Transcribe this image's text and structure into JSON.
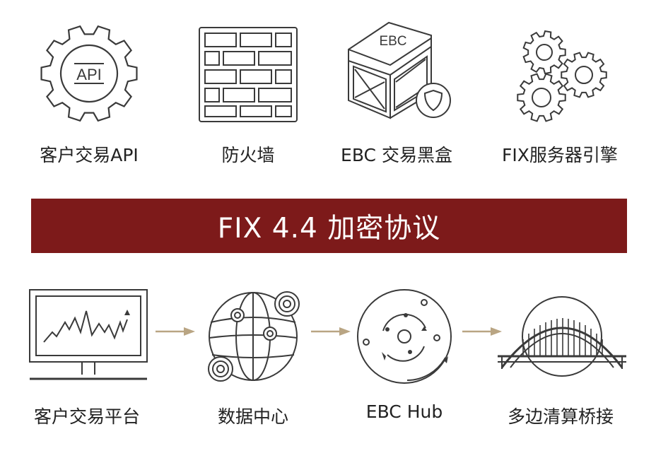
{
  "top_row": [
    {
      "label": "客户交易API",
      "icon": "gear-api-icon",
      "icon_text": "API"
    },
    {
      "label": "防火墙",
      "icon": "firewall-icon"
    },
    {
      "label": "EBC 交易黑盒",
      "icon": "black-box-icon",
      "icon_text": "EBC"
    },
    {
      "label": "FIX服务器引擎",
      "icon": "gears-icon"
    }
  ],
  "banner": {
    "title": "FIX 4.4 加密协议",
    "color": "#7d1a1a"
  },
  "bottom_row": [
    {
      "label": "客户交易平台",
      "icon": "trading-monitor-icon"
    },
    {
      "label": "数据中心",
      "icon": "globe-network-icon"
    },
    {
      "label": "EBC Hub",
      "icon": "hub-icon"
    },
    {
      "label": "多边清算桥接",
      "icon": "bridge-icon"
    }
  ],
  "colors": {
    "arrow": "#b9a583",
    "line": "#3a3a3a",
    "banner": "#7d1a1a"
  }
}
